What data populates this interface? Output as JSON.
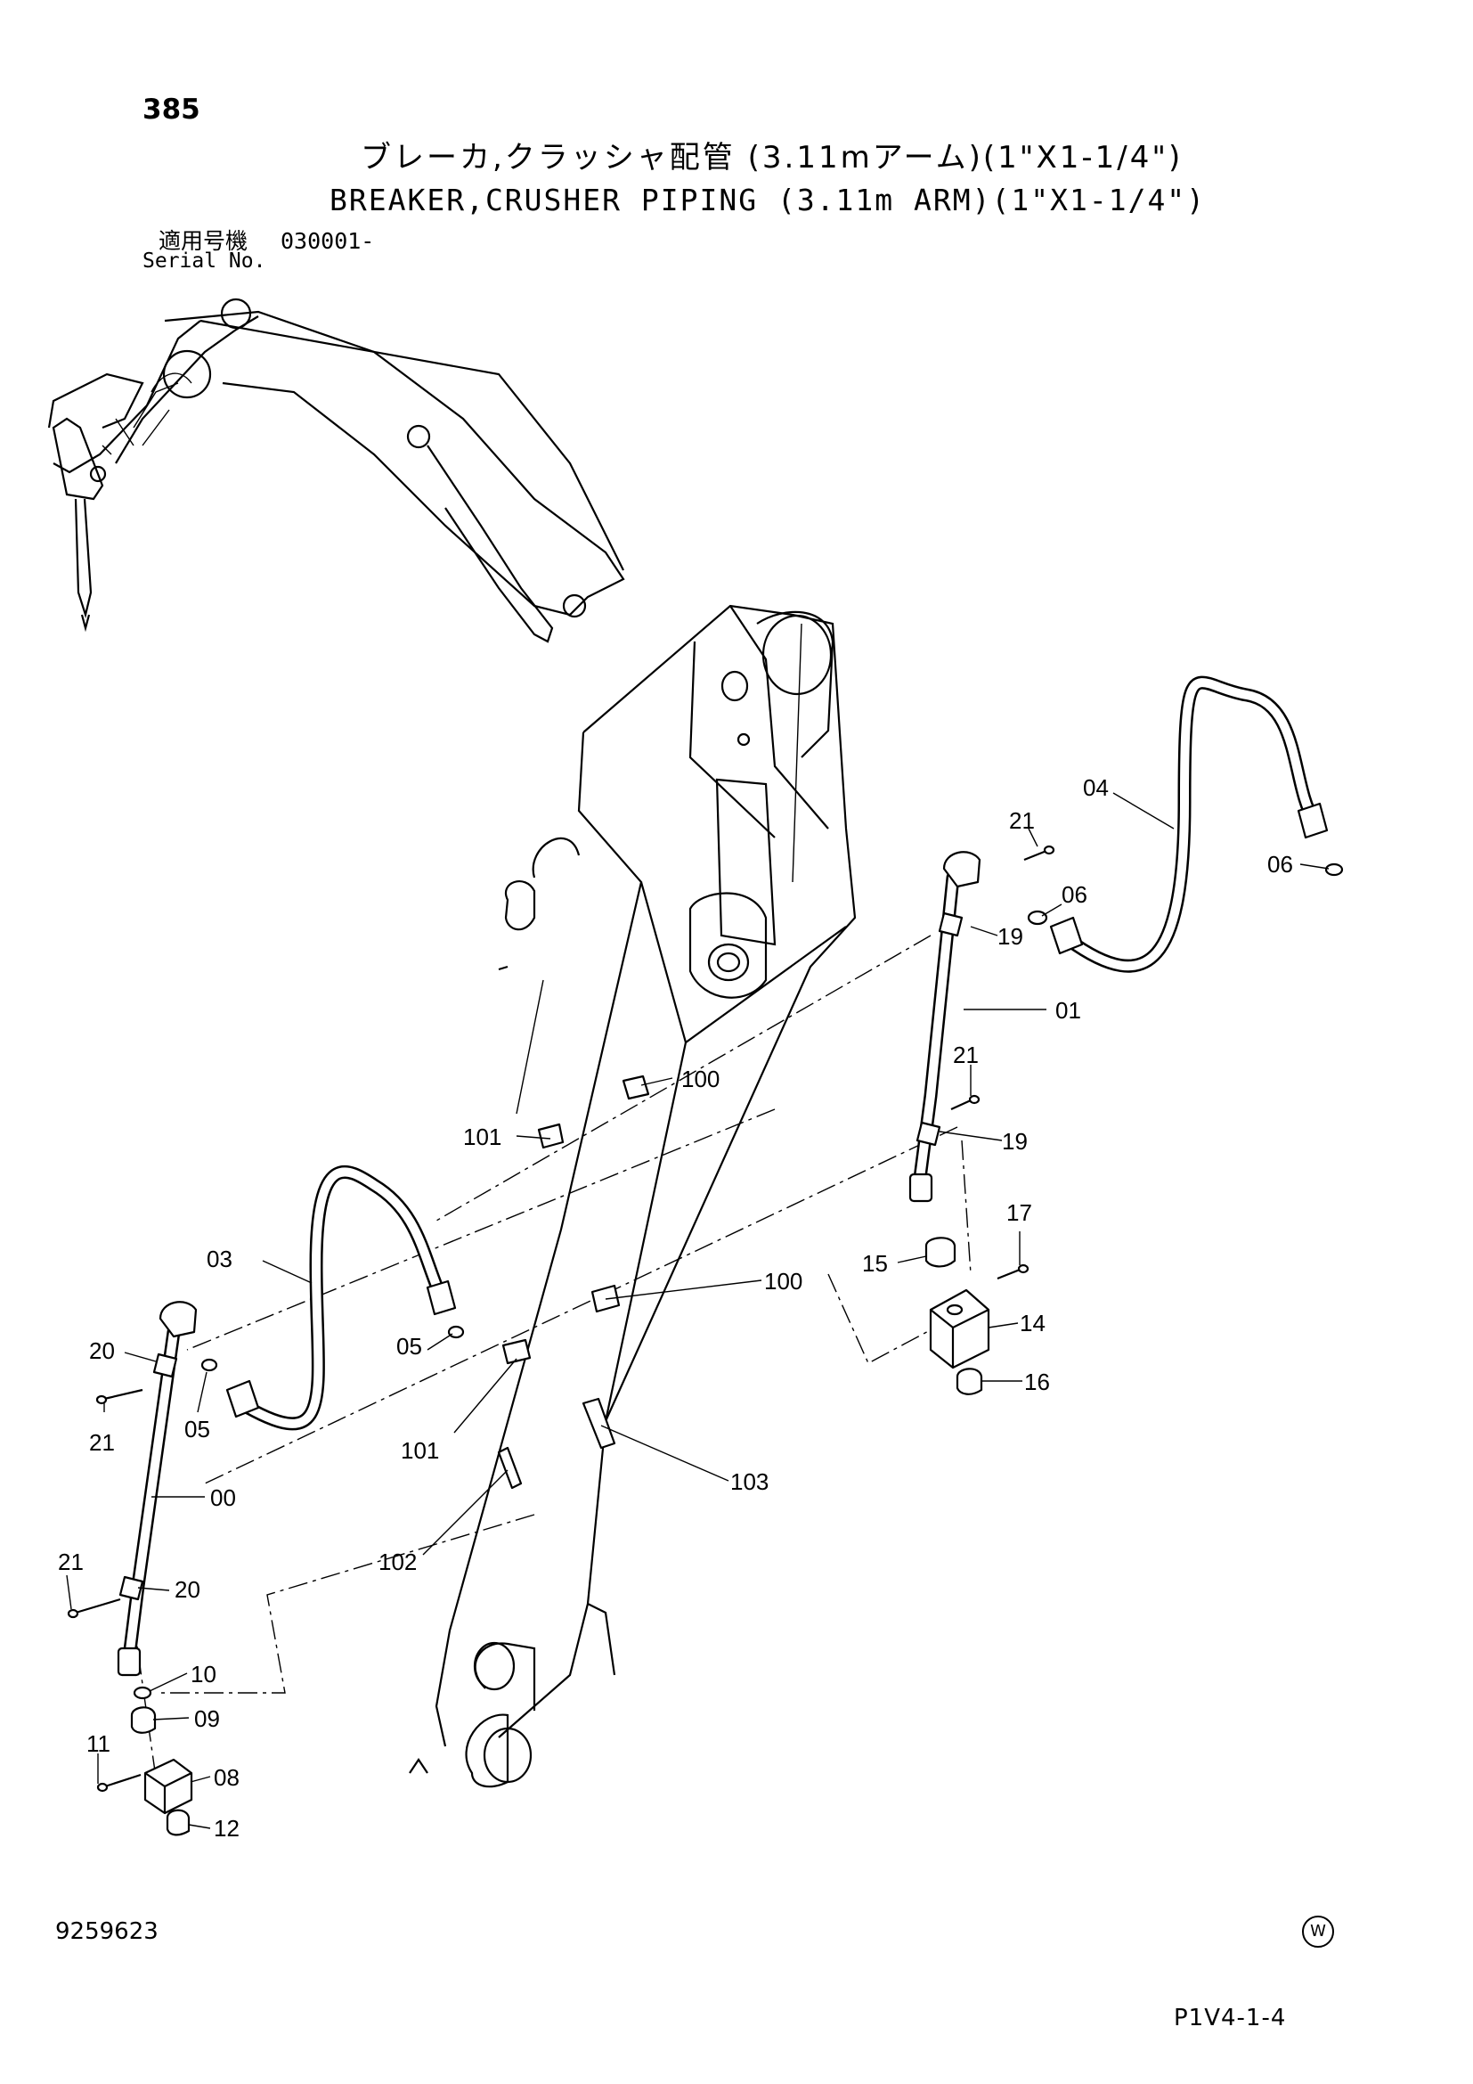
{
  "header": {
    "page_number": "385",
    "title_jp": "ブレーカ,クラッシャ配管 (3.11mアーム)(1\"X1-1/4\")",
    "title_en": "BREAKER,CRUSHER PIPING (3.11m ARM)(1\"X1-1/4\")",
    "serial_label_jp": "適用号機",
    "serial_label_en": "Serial No.",
    "serial_value": "030001-"
  },
  "footer": {
    "doc_number": "9259623",
    "watermark": "W",
    "page_code": "P1V4-1-4"
  },
  "callouts": [
    {
      "id": "c-04",
      "label": "04"
    },
    {
      "id": "c-21a",
      "label": "21"
    },
    {
      "id": "c-06a",
      "label": "06"
    },
    {
      "id": "c-06b",
      "label": "06"
    },
    {
      "id": "c-19a",
      "label": "19"
    },
    {
      "id": "c-01",
      "label": "01"
    },
    {
      "id": "c-21b",
      "label": "21"
    },
    {
      "id": "c-100a",
      "label": "100"
    },
    {
      "id": "c-19b",
      "label": "19"
    },
    {
      "id": "c-101a",
      "label": "101"
    },
    {
      "id": "c-17",
      "label": "17"
    },
    {
      "id": "c-03",
      "label": "03"
    },
    {
      "id": "c-15",
      "label": "15"
    },
    {
      "id": "c-100b",
      "label": "100"
    },
    {
      "id": "c-14",
      "label": "14"
    },
    {
      "id": "c-20a",
      "label": "20"
    },
    {
      "id": "c-05a",
      "label": "05"
    },
    {
      "id": "c-16",
      "label": "16"
    },
    {
      "id": "c-21c",
      "label": "21"
    },
    {
      "id": "c-05b",
      "label": "05"
    },
    {
      "id": "c-101b",
      "label": "101"
    },
    {
      "id": "c-103",
      "label": "103"
    },
    {
      "id": "c-00",
      "label": "00"
    },
    {
      "id": "c-21d",
      "label": "21"
    },
    {
      "id": "c-20b",
      "label": "20"
    },
    {
      "id": "c-102",
      "label": "102"
    },
    {
      "id": "c-10",
      "label": "10"
    },
    {
      "id": "c-09",
      "label": "09"
    },
    {
      "id": "c-11",
      "label": "11"
    },
    {
      "id": "c-08",
      "label": "08"
    },
    {
      "id": "c-12",
      "label": "12"
    }
  ]
}
